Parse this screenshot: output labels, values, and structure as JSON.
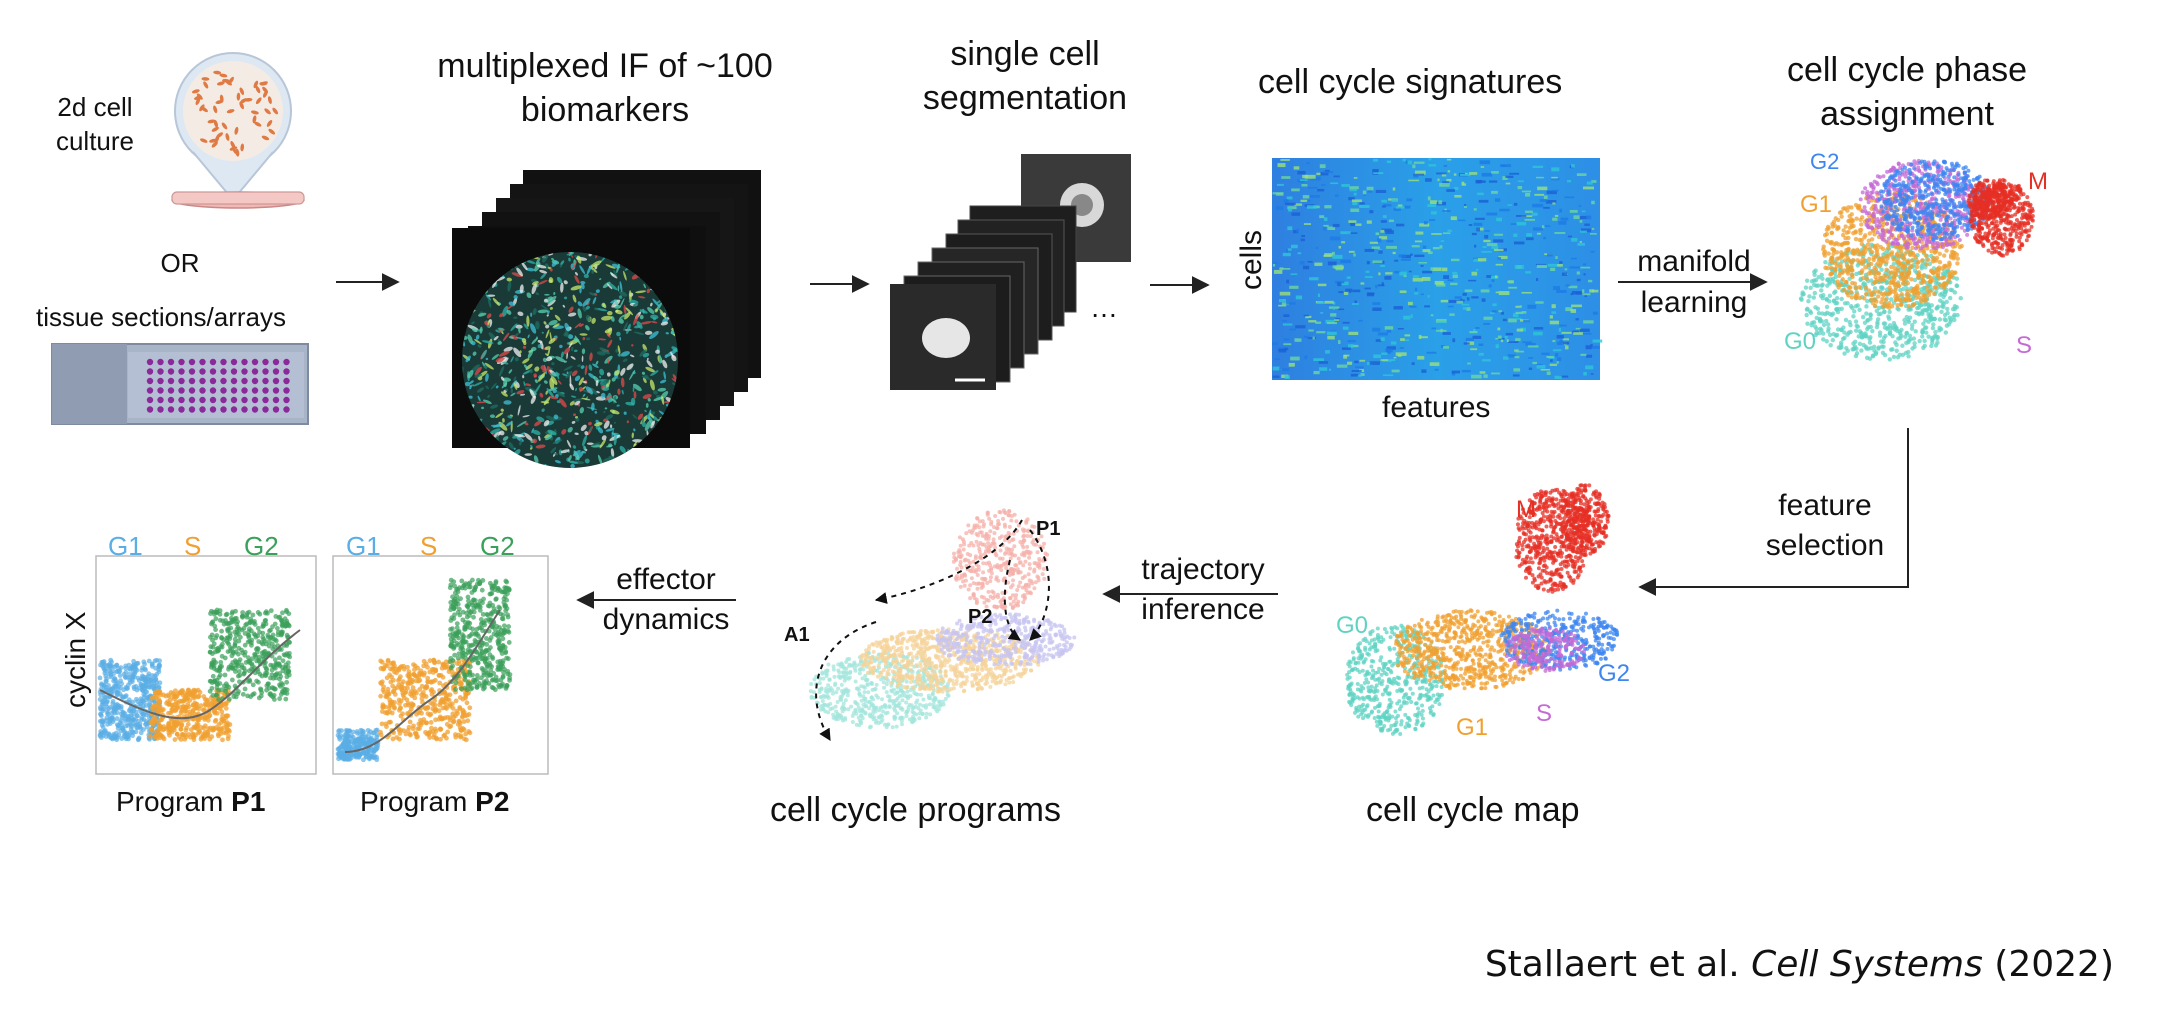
{
  "input": {
    "culture_label": "2d cell culture",
    "or_label": "OR",
    "tissue_label": "tissue sections/arrays"
  },
  "steps": {
    "multiplexed": "multiplexed IF of ~100 biomarkers",
    "segmentation": "single cell segmentation",
    "signatures": "cell cycle signatures",
    "heatmap_ylabel": "cells",
    "heatmap_xlabel": "features",
    "phase_assignment": "cell cycle phase assignment",
    "map": "cell cycle map",
    "programs": "cell cycle programs",
    "ellipsis": "…"
  },
  "arrows": {
    "manifold": "manifold learning",
    "feature_selection": "feature selection",
    "trajectory": "trajectory inference",
    "effector": "effector dynamics"
  },
  "phases": {
    "g0": "G0",
    "g1": "G1",
    "s": "S",
    "g2": "G2",
    "m": "M",
    "colors": {
      "G0": "#5fd3c3",
      "G1": "#f0a030",
      "S": "#c46ad6",
      "G2": "#3d86f0",
      "M": "#e52f24"
    }
  },
  "programs": {
    "p1": "P1",
    "p2": "P2",
    "a1": "A1"
  },
  "plots": {
    "ylabel": "cyclin X",
    "left_xlabel_prefix": "Program",
    "left_xlabel_bold": "P1",
    "right_xlabel_prefix": "Program",
    "right_xlabel_bold": "P2",
    "legend": [
      "G1",
      "S",
      "G2"
    ],
    "legend_colors": {
      "G1": "#5aaee6",
      "S": "#f0a030",
      "G2": "#3aa05a"
    }
  },
  "citation": {
    "authors": "Stallaert et al.",
    "journal": "Cell Systems",
    "year": "(2022)"
  }
}
